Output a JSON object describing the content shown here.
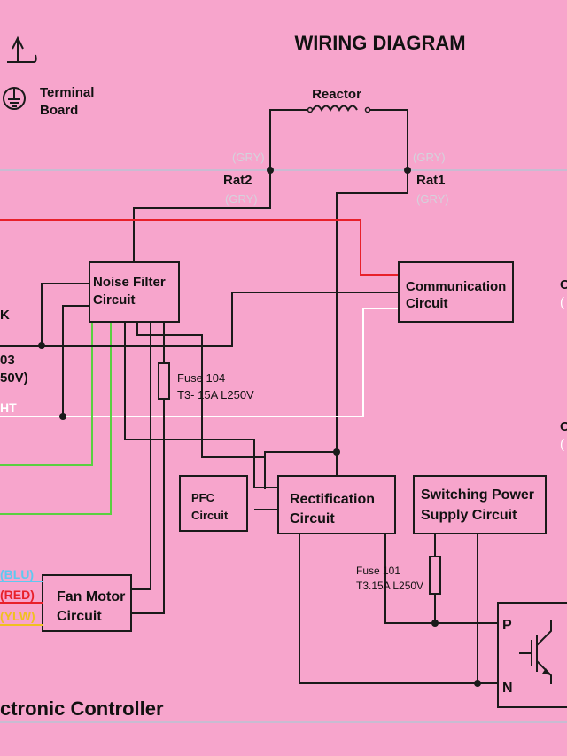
{
  "title": "WIRING DIAGRAM",
  "terminal_board": [
    "Terminal",
    "Board"
  ],
  "reactor": "Reactor",
  "rat2": {
    "label": "Rat2",
    "wire_top": "(GRY)",
    "wire_bottom": "(GRY)"
  },
  "rat1": {
    "label": "Rat1",
    "wire_top": "(GRY)",
    "wire_bottom": "(GRY)"
  },
  "blocks": {
    "noise_filter": [
      "Noise Filter",
      "Circuit"
    ],
    "communication": [
      "Communication",
      "Circuit"
    ],
    "pfc": [
      "PFC",
      "Circuit"
    ],
    "rectification": [
      "Rectification",
      "Circuit"
    ],
    "switching": [
      "Switching Power",
      "Supply Circuit"
    ],
    "fan_motor": [
      "Fan Motor",
      "Circuit"
    ]
  },
  "fuse104": [
    "Fuse 104",
    "T3- 15A L250V"
  ],
  "fuse101": [
    "Fuse 101",
    "T3.15A L250V"
  ],
  "left_fragments": {
    "k": "K",
    "f03": "03",
    "v250": "50V)",
    "ht": "HT"
  },
  "right_fragments": {
    "c1": "C",
    "p1": "(",
    "c2": "C",
    "p2": "("
  },
  "motor_wires": [
    {
      "text": "(BLU)",
      "color": "#5fc8f0"
    },
    {
      "text": "(RED)",
      "color": "#e8202a"
    },
    {
      "text": "(YLW)",
      "color": "#f0c020"
    }
  ],
  "module_pins": {
    "p": "P",
    "n": "N"
  },
  "footer": "ctronic Controller",
  "colors": {
    "background": "#f7a5cc",
    "red_wire": "#e8202a",
    "white_wire": "#ffffff",
    "green_wire": "#5ad040",
    "border_line": "#b8c4d4"
  }
}
